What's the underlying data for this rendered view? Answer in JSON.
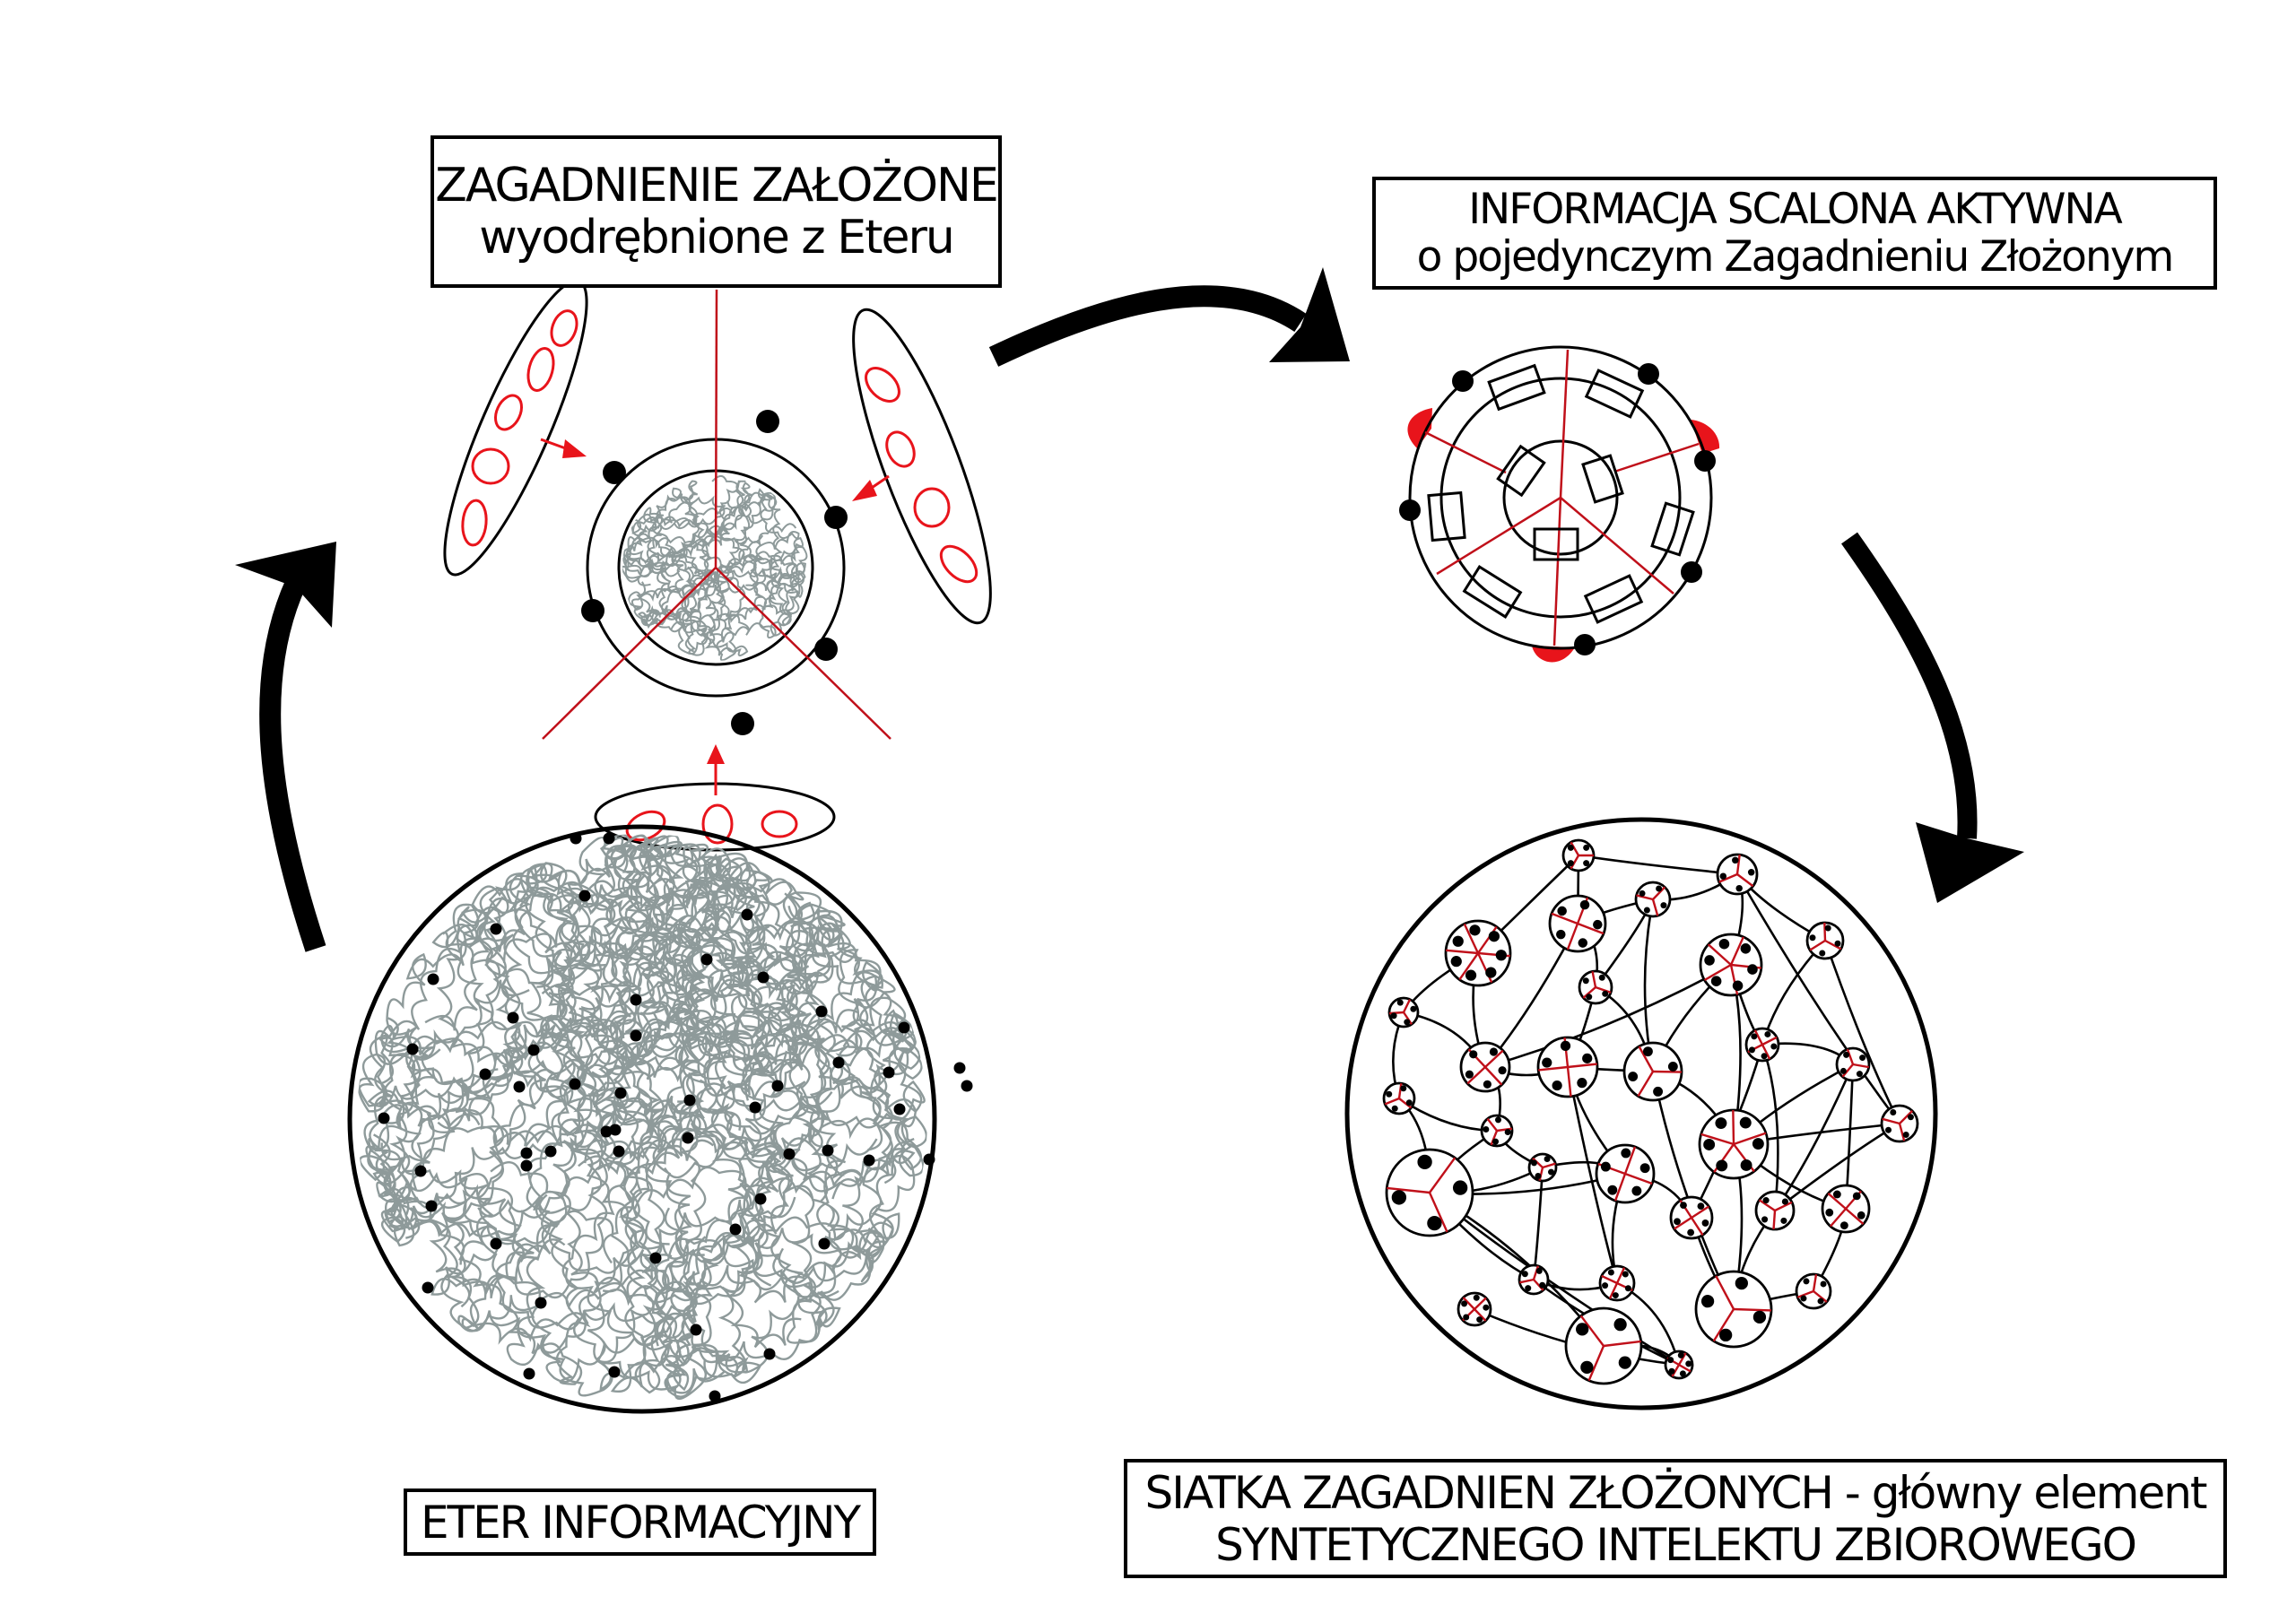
{
  "labels": {
    "zagadnienie": {
      "line1": "ZAGADNIENIE ZAŁOŻONE",
      "line2": "wyodrębnione z Eteru"
    },
    "informacja": {
      "line1": "INFORMACJA SCALONA AKTYWNA",
      "line2": "o pojedynczym Zagadnieniu Złożonym"
    },
    "siatka": {
      "line1": "SIATKA ZAGADNIEN ZŁOŻONYCH - główny element",
      "line2": "SYNTETYCZNEGO INTELEKTU ZBIOROWEGO"
    },
    "eter": {
      "line1": "ETER INFORMACYJNY"
    }
  },
  "colors": {
    "ink": "#000000",
    "accent_red": "#e8141b",
    "dark_red": "#c0101a",
    "tangle_gray": "#8e9a9a",
    "background": "#ffffff"
  },
  "cycle_order": [
    "eter",
    "zagadnienie",
    "informacja",
    "siatka"
  ],
  "icons": {
    "cycle_arrows": "curved-arrow",
    "ether_sphere": "tangled-sphere",
    "node_network": "network-graph"
  }
}
